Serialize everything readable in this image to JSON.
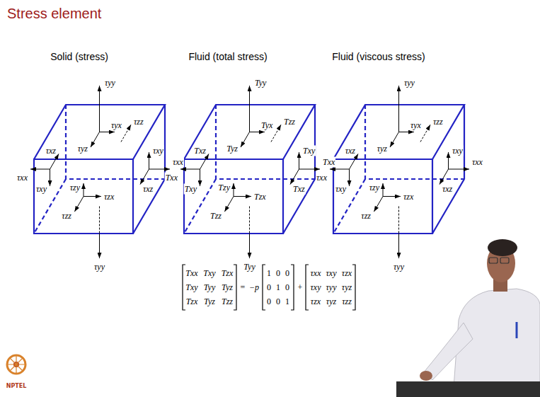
{
  "diagram": {
    "title": "Stress element",
    "labels": [
      "Solid (stress)",
      "Fluid (total stress)",
      "Fluid (viscous stress)",
      "τyy",
      "τyx",
      "τyz",
      "τzz",
      "τxx",
      "τxy",
      "τxz",
      "τxx",
      "τxy",
      "τxz",
      "τzz",
      "τzx",
      "τzy",
      "τyy",
      "Tyy",
      "Tyx",
      "Tyz",
      "Tzz",
      "Txx",
      "Txy",
      "Txz",
      "Txx",
      "Txy",
      "Txz",
      "Tzz",
      "Tzx",
      "Tzy",
      "Tyy",
      "τyy",
      "τyx",
      "τyz",
      "τzz",
      "τxx",
      "τxy",
      "τxz",
      "τxx",
      "τxy",
      "τxz",
      "τzz",
      "τzx",
      "τzy",
      "τyy",
      "Txx",
      "Txy",
      "Tzx",
      "Txy",
      "Tyy",
      "Tyz",
      "Tzx",
      "Tyz",
      "Tzz",
      "=",
      "−p",
      "1",
      "0",
      "0",
      "0",
      "1",
      "0",
      "0",
      "0",
      "1",
      "+",
      "τxx",
      "τxy",
      "τzx",
      "τxy",
      "τyy",
      "τyz",
      "τzx",
      "τyz",
      "τzz",
      "NPTEL"
    ]
  }
}
